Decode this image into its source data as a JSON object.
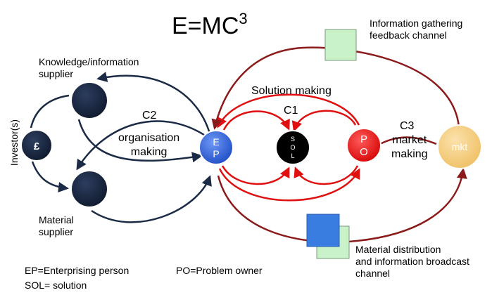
{
  "title": {
    "prefix": "E=MC",
    "superscript": "3"
  },
  "labels": {
    "investors": "Investor(s)",
    "knowledge_supplier_line1": "Knowledge/information",
    "knowledge_supplier_line2": "supplier",
    "material_supplier_line1": "Material",
    "material_supplier_line2": "supplier",
    "c2": "C2",
    "organisation_making_line1": "organisation",
    "organisation_making_line2": "making",
    "solution_making": "Solution making",
    "c1": "C1",
    "c3": "C3",
    "market_making_line1": "market",
    "market_making_line2": "making",
    "info_gathering_line1": "Information gathering",
    "info_gathering_line2": "feedback channel",
    "material_dist_line1": "Material distribution",
    "material_dist_line2": "and information broadcast",
    "material_dist_line3": "channel"
  },
  "nodes": {
    "investor": "£",
    "ep": [
      "E",
      "P"
    ],
    "sol": [
      "S",
      "O",
      "L"
    ],
    "po": [
      "P",
      "O"
    ],
    "mkt": "mkt"
  },
  "legend": {
    "ep": "EP=Enterprising person",
    "sol": "SOL= solution",
    "po": "PO=Problem owner"
  },
  "colors": {
    "navy": "#1b2a45",
    "red": "#e01010",
    "darkred": "#8b1a1a",
    "ep_blue": "#3a6be0",
    "po_red": "#f02020",
    "mkt_fill": "#f7d38a",
    "green_box": "#c9f2c9",
    "blue_box": "#3a7de0"
  }
}
